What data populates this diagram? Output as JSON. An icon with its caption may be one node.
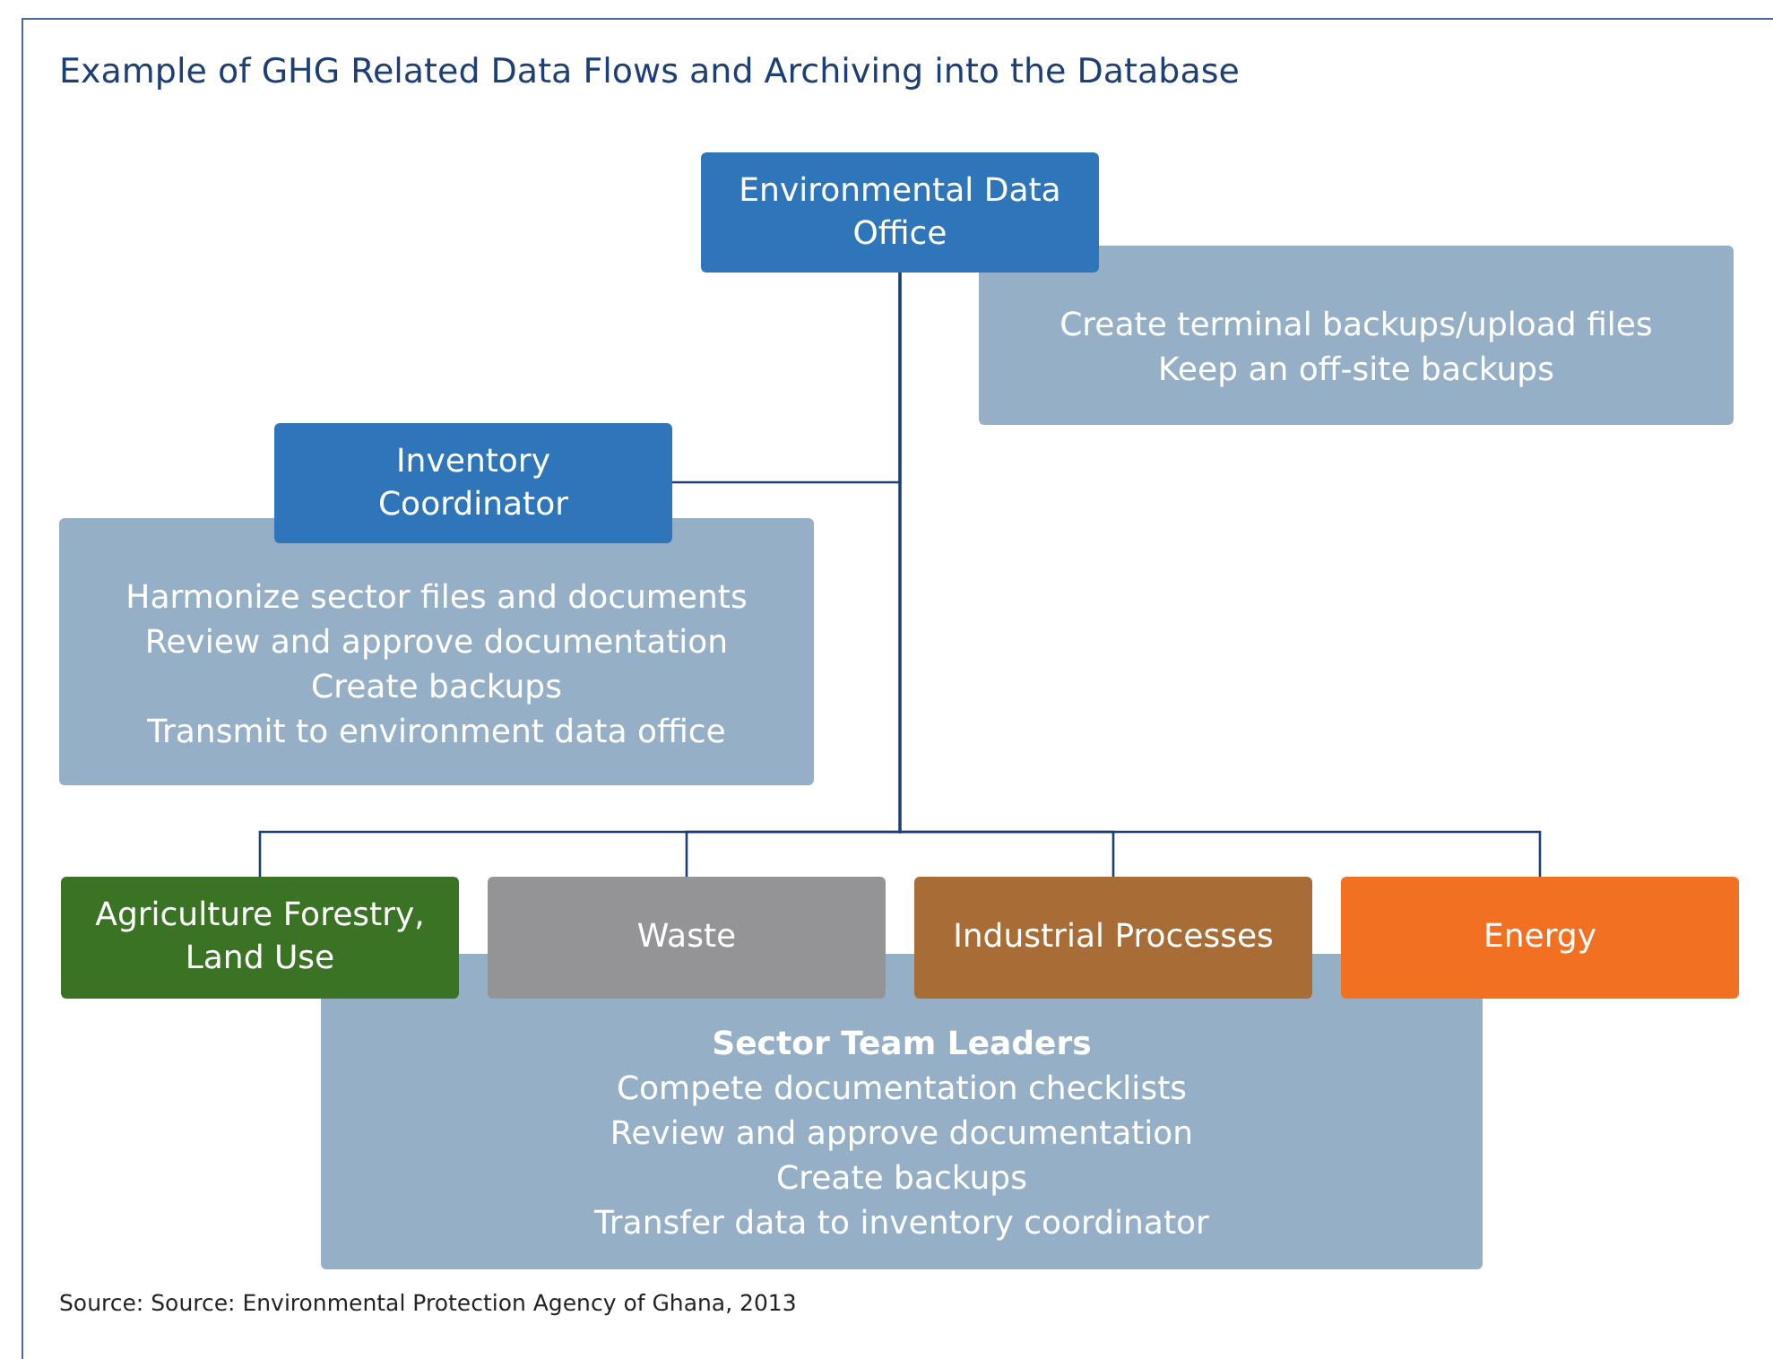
{
  "diagram": {
    "title": "Example of GHG Related Data Flows and Archiving into the Database",
    "nodes": [
      {
        "text": [
          "Environmental Data Office"
        ]
      },
      {
        "text": [
          "Create terminal backups/upload files",
          "Keep an off-site backups"
        ]
      },
      {
        "text": [
          "Inventory Coordinator"
        ]
      },
      {
        "text": [
          "Harmonize sector files and documents",
          "Review and approve documentation",
          "Create backups",
          "Transmit to environment data office"
        ]
      },
      {
        "text": [
          "Agriculture Forestry, Land Use"
        ]
      },
      {
        "text": [
          "Waste"
        ]
      },
      {
        "text": [
          "Industrial Processes"
        ]
      },
      {
        "text": [
          "Energy"
        ]
      },
      {
        "text": [
          "Sector Team Leaders",
          "Compete documentation checklists",
          "Review and approve documentation",
          "Create backups",
          "Transfer data to inventory coordinator"
        ]
      }
    ],
    "edges": [
      {
        "from": 0,
        "to": 2,
        "arrow": "none"
      },
      {
        "from": 0,
        "to": 4,
        "arrow": "none"
      },
      {
        "from": 0,
        "to": 5,
        "arrow": "none"
      },
      {
        "from": 0,
        "to": 6,
        "arrow": "none"
      },
      {
        "from": 0,
        "to": 7,
        "arrow": "none"
      }
    ],
    "caption": "Source: Source: Environmental Protection Agency of Ghana, 2013"
  }
}
